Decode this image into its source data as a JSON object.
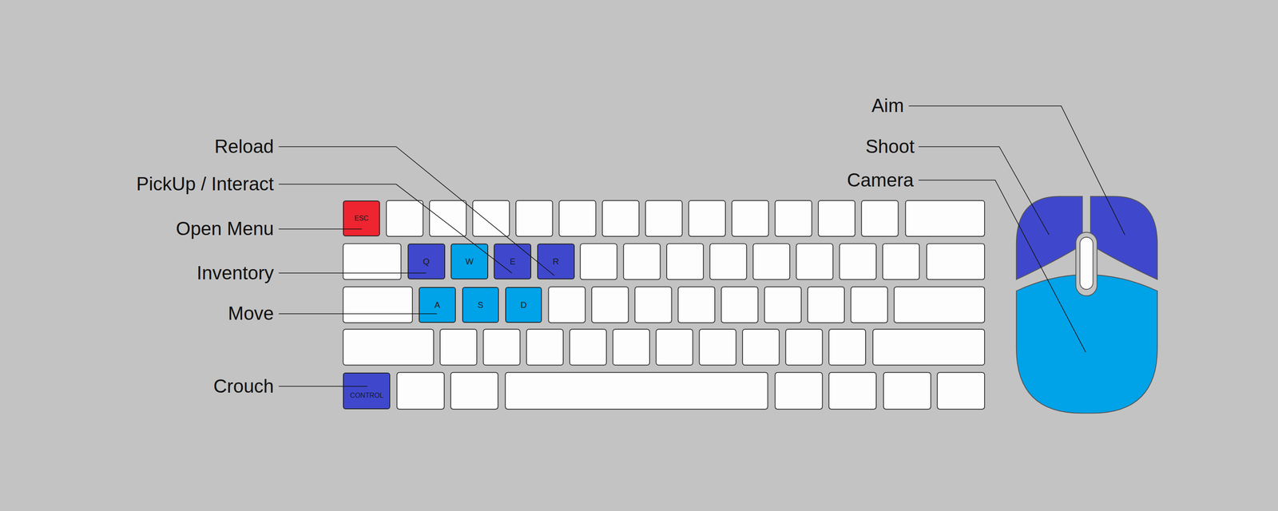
{
  "diagram": {
    "nodes": [
      {
        "text": [
          "ESC"
        ]
      },
      {
        "text": [
          "Q"
        ]
      },
      {
        "text": [
          "W"
        ]
      },
      {
        "text": [
          "E"
        ]
      },
      {
        "text": [
          "R"
        ]
      },
      {
        "text": [
          "A"
        ]
      },
      {
        "text": [
          "S"
        ]
      },
      {
        "text": [
          "D"
        ]
      },
      {
        "text": [
          "CONTROL"
        ]
      }
    ],
    "labels": [
      "Reload",
      "PickUp / Interact",
      "Open Menu",
      "Inventory",
      "Move",
      "Crouch",
      "Aim",
      "Shoot",
      "Camera"
    ]
  }
}
